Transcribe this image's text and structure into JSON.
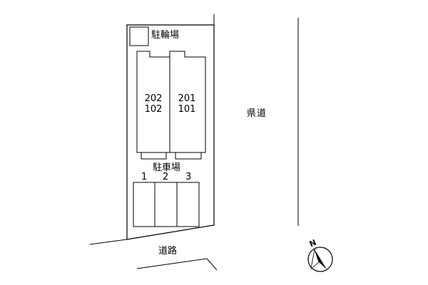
{
  "labels": {
    "bicycle_parking": "駐輪場",
    "parking": "駐車場",
    "prefectural_road": "県道",
    "road": "道路",
    "north": "N"
  },
  "buildings": [
    {
      "upper": "202",
      "lower": "102"
    },
    {
      "upper": "201",
      "lower": "101"
    }
  ],
  "parking_spaces": [
    "1",
    "2",
    "3"
  ],
  "icons": {
    "compass": "north-arrow-icon"
  }
}
